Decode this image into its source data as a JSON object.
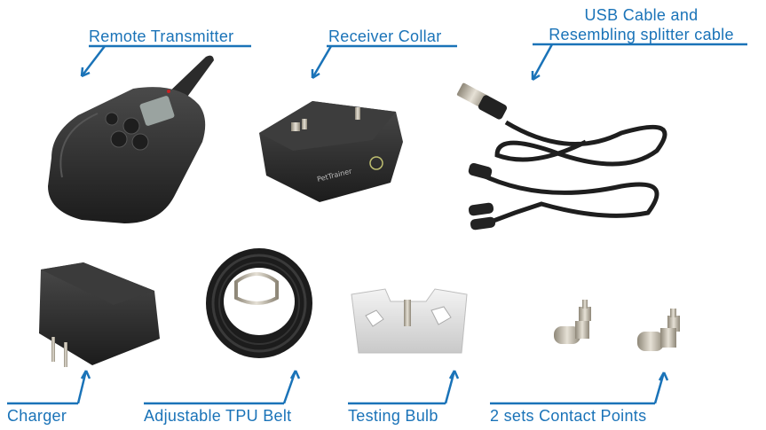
{
  "labels": {
    "remote_transmitter": "Remote Transmitter",
    "receiver_collar": "Receiver Collar",
    "usb_cable_line1": "USB Cable and",
    "usb_cable_line2": "Resembling splitter cable",
    "charger": "Charger",
    "tpu_belt": "Adjustable TPU Belt",
    "testing_bulb": "Testing Bulb",
    "contact_points": "2 sets Contact Points"
  },
  "collar_logo": "PetTrainer",
  "colors": {
    "label_blue": "#1a73b8",
    "product_black": "#2a2a2a",
    "metal": "#b9b3a6"
  }
}
